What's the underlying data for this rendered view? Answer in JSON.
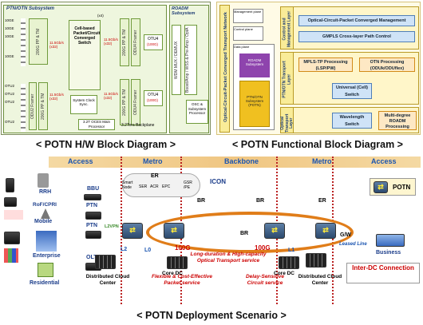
{
  "hw": {
    "caption": "< POTN H/W Block Diagram >",
    "subsystem_title": "PTN/OTN Subsystem",
    "roadm_title": "ROADM Subsystem",
    "ports_10g": [
      "10GE",
      "10GE",
      "10GE",
      "10GE"
    ],
    "ports_otu": [
      "OTU2",
      "OTU2",
      "OTU2",
      "OTU2"
    ],
    "fabric": "Cell-based Packet/Circuit Converged Switch",
    "x4": "(x4)",
    "card_top_left": "200G PP & TM",
    "card_bot_left": "200G PP & TM",
    "card_top_right": "200G PP & TM",
    "card_bot_right": "200G PP & TM",
    "framer_left": "ODU2 Framer",
    "framer_right_top": "ODU4 Framer",
    "framer_right_bot": "ODU4 Framer",
    "otu4_top": "OTU4",
    "otu4_bot": "OTU4",
    "otu4_sub": "(100G)",
    "links": [
      "11.5Gb/s (x32)",
      "11.5Gb/s (x32)",
      "11.5Gb/s (x32)",
      "11.5Gb/s (x32)"
    ],
    "clock": "System Clock Sync.",
    "main_proc": "3.2T OCES Main Processor",
    "backplane": "3.2Tera Backplane",
    "mux": "WDM MUX / DEMUX",
    "wss": "Boost/Amp / WSS & Pre-Amp / OptA",
    "osc": "OSC & Subsystem Processor"
  },
  "func": {
    "caption": "< POTN Functional Block Diagram >",
    "vertical_label": "Optical-Circuit-Packet Converged Transport Network",
    "planes": [
      "Management plane",
      "Control plane",
      "Data plane"
    ],
    "layers": [
      {
        "name": "Control and Management Layer",
        "items": [
          "Optical-Circuit-Packet Converged Management",
          "GMPLS Cross-layer Path Control"
        ]
      },
      {
        "name": "PTN/OTN Transport Layer",
        "items": [
          "MPLS-TP Processing (LSP/PW)",
          "OTN Processing (ODUk/ODUflex)",
          "Universal (Cell) Switch"
        ]
      },
      {
        "name": "Optical Transport Layer",
        "items": [
          "Wavelength Switch",
          "Multi-degree ROADM Processing"
        ]
      }
    ],
    "inner_boxes": [
      "ROADM Subsystem",
      "PTN/OTN Subsystem (POTN)"
    ]
  },
  "deploy": {
    "caption": "< POTN Deployment Scenario >",
    "segments": [
      "Access",
      "Metro",
      "Backbone",
      "Metro",
      "Access"
    ],
    "legend": "POTN",
    "left_labels": [
      "RRH",
      "BBU",
      "RoF/CPRI",
      "PTN",
      "Mobile",
      "PTN",
      "Enterprise",
      "OLT",
      "Residential"
    ],
    "cloud_label": "ER",
    "cloud_items": [
      "Smart Node",
      "SER",
      "ACR",
      "EPC",
      "GSR /PE"
    ],
    "icon_label": "ICON",
    "br_labels": [
      "BR",
      "BR",
      "BR"
    ],
    "er_label": "ER",
    "links": [
      "100G",
      "100G",
      "L0",
      "L1",
      "L2",
      "L2VPN",
      "G/W"
    ],
    "leased": "Leased Line",
    "business": "Business",
    "center_text": "Long-duration & High-capacity Optical Transport service",
    "left_bottom_text": "Flexible & Cost-Effective Packet service",
    "right_bottom_text": "Delay-Sensitive Circuit service",
    "inter_dc": "Inter-DC Connection",
    "dc_labels": [
      "Distributed Cloud Center",
      "Core DC",
      "Core DC",
      "Distributed Cloud Center"
    ]
  }
}
